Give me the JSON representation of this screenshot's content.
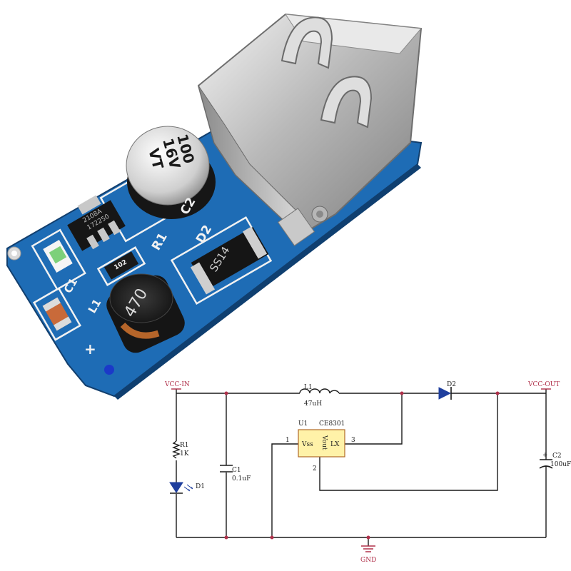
{
  "board": {
    "capacitor_marking_1": "100",
    "capacitor_marking_2": "16V",
    "capacitor_marking_3": "VT",
    "inductor_marking": "470",
    "diode_marking": "SS14",
    "ic_marking_1": "2108A",
    "ic_marking_2": "172250",
    "resistor_marking": "102",
    "silk_c2": "C2",
    "silk_d2": "D2",
    "silk_r1": "R1",
    "silk_c1": "C1",
    "silk_l1": "L1",
    "silk_plus": "+"
  },
  "schematic": {
    "vcc_in": "VCC-IN",
    "vcc_out": "VCC-OUT",
    "gnd": "GND",
    "l1_ref": "L1",
    "l1_value": "47uH",
    "d2_ref": "D2",
    "u1_ref": "U1",
    "u1_part": "CE8301",
    "pin_vss": "Vss",
    "pin_lx": "LX",
    "pin_vout": "Vout",
    "pin1": "1",
    "pin2": "2",
    "pin3": "3",
    "r1_ref": "R1",
    "r1_value": "1K",
    "d1_ref": "D1",
    "c1_ref": "C1",
    "c1_value": "0.1uF",
    "c2_ref": "C2",
    "c2_value": "100uF",
    "c2_polarity": "+"
  },
  "colors": {
    "pcb": "#1e6cb5",
    "wire": "#1a1a1a",
    "net_label": "#b0304a",
    "ic_body": "#fff2a8"
  }
}
